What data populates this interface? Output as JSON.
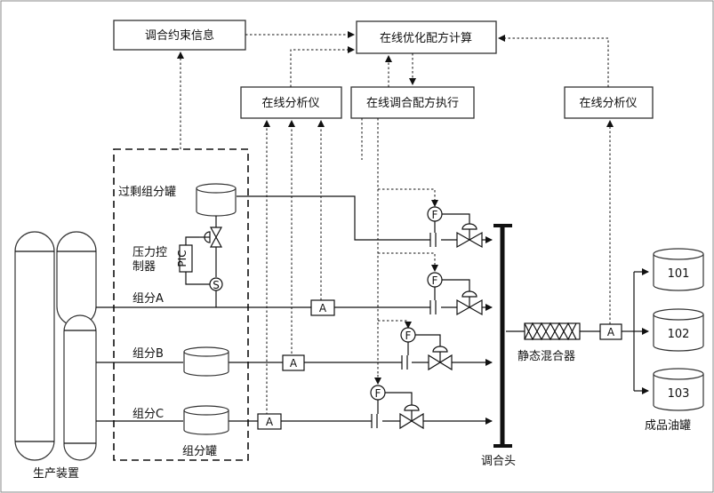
{
  "boxes": {
    "blend_constraint": "调合约束信息",
    "online_opt": "在线优化配方计算",
    "analyzer_left": "在线分析仪",
    "blend_exec": "在线调合配方执行",
    "analyzer_right": "在线分析仪"
  },
  "labels": {
    "excess_tank": "过剩组分罐",
    "pressure_ctrl_line1": "压力控",
    "pressure_ctrl_line2": "制器",
    "pic": "PIC",
    "s": "S",
    "comp_a": "组分A",
    "comp_b": "组分B",
    "comp_c": "组分C",
    "comp_tank": "组分罐",
    "production": "生产装置",
    "blend_head": "调合头",
    "static_mixer": "静态混合器",
    "product_tanks": "成品油罐",
    "analyzer_a": "A",
    "flow_f": "F"
  },
  "product_tanks": [
    "101",
    "102",
    "103"
  ]
}
